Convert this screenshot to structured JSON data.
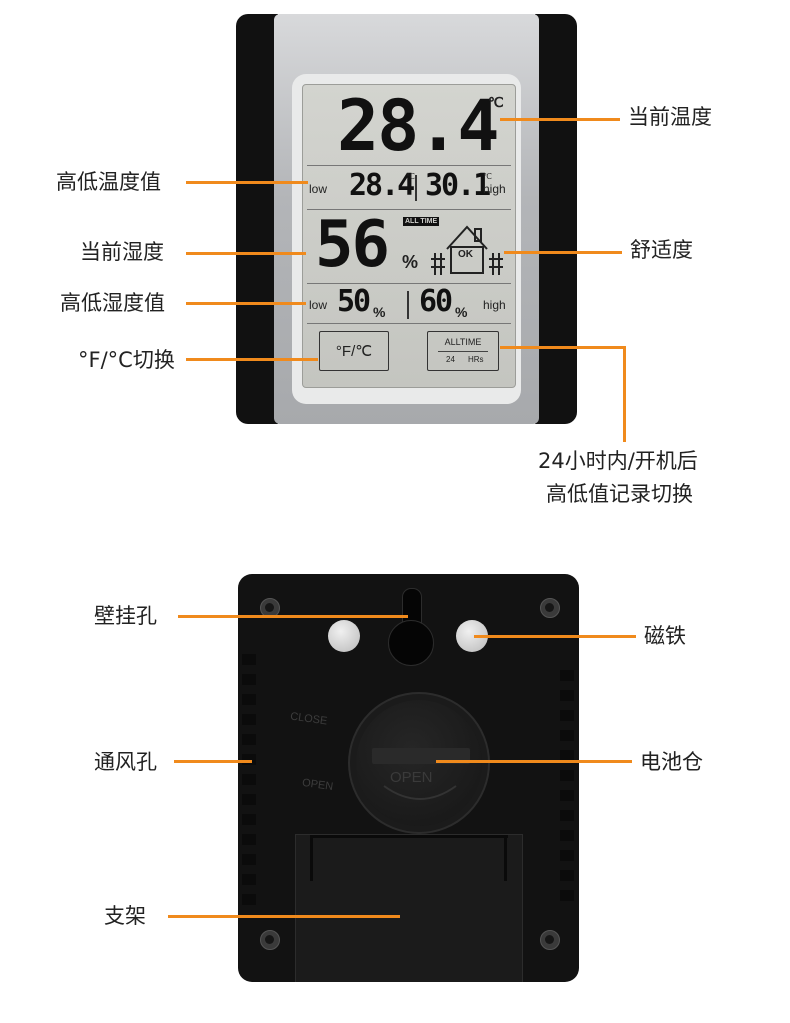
{
  "front": {
    "display": {
      "current_temp": "28.4",
      "current_temp_unit": "℃",
      "low_label": "low",
      "high_label": "high",
      "low_temp": "28.4",
      "low_temp_unit": "℃",
      "high_temp": "30.1",
      "high_temp_unit": "℃",
      "all_time_badge": "ALL TIME",
      "humidity": "56",
      "humidity_unit": "%",
      "comfort_text": "OK",
      "low_humidity": "50",
      "low_humidity_unit": "%",
      "high_humidity": "60",
      "high_humidity_unit": "%",
      "unit_button_label": "°F/℃",
      "mode_button_top": "ALLTIME",
      "mode_button_left": "24",
      "mode_button_right": "HRs"
    },
    "labels": {
      "current_temperature": "当前温度",
      "high_low_temperature": "高低温度值",
      "current_humidity": "当前湿度",
      "comfort_level": "舒适度",
      "high_low_humidity": "高低湿度值",
      "unit_switch": "°F/°C切换",
      "record_switch_line1": "24小时内/开机后",
      "record_switch_line2": "高低值记录切换"
    }
  },
  "back": {
    "engraving": {
      "close": "CLOSE",
      "open_side": "OPEN",
      "open_lid": "OPEN"
    },
    "labels": {
      "wall_hook_hole": "壁挂孔",
      "magnet": "磁铁",
      "vent_holes": "通风孔",
      "battery_compartment": "电池仓",
      "stand": "支架"
    }
  },
  "colors": {
    "leader_line": "#f08a1c",
    "lcd_background": "#c9cac5",
    "frame_silver": "#b7b9bb",
    "body_black": "#111111"
  }
}
